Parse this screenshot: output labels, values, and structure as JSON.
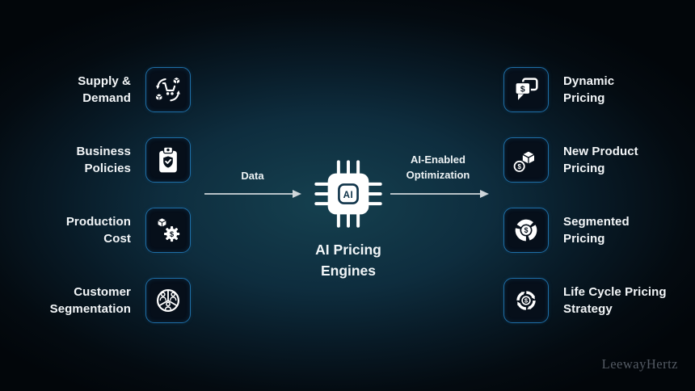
{
  "center": {
    "chip_text": "AI",
    "title": "AI Pricing\nEngines"
  },
  "flow": {
    "input_label": "Data",
    "output_label": "AI-Enabled\nOptimization"
  },
  "inputs": [
    {
      "label": "Supply &\nDemand",
      "icon": "supply-chain-icon"
    },
    {
      "label": "Business\nPolicies",
      "icon": "policy-clipboard-icon"
    },
    {
      "label": "Production\nCost",
      "icon": "production-cost-icon"
    },
    {
      "label": "Customer\nSegmentation",
      "icon": "customer-segmentation-icon"
    }
  ],
  "outputs": [
    {
      "label": "Dynamic\nPricing",
      "icon": "dynamic-pricing-icon"
    },
    {
      "label": "New Product\nPricing",
      "icon": "new-product-pricing-icon"
    },
    {
      "label": "Segmented\nPricing",
      "icon": "segmented-pricing-icon"
    },
    {
      "label": "Life Cycle Pricing\nStrategy",
      "icon": "lifecycle-pricing-icon"
    }
  ],
  "glyphs": {
    "dollar": "$"
  },
  "watermark": "LeewayHertz",
  "colors": {
    "background_glow": "#15404f",
    "background_edge": "#02060a",
    "tile_border": "#1e6ea6",
    "tile_background": "#060f1a",
    "icon_white": "#ffffff",
    "icon_dark": "#06101b",
    "chip_navy": "#10344a",
    "arrow": "#cfd6da",
    "text": "#f3f6f8",
    "watermark_text": "#535a63"
  }
}
